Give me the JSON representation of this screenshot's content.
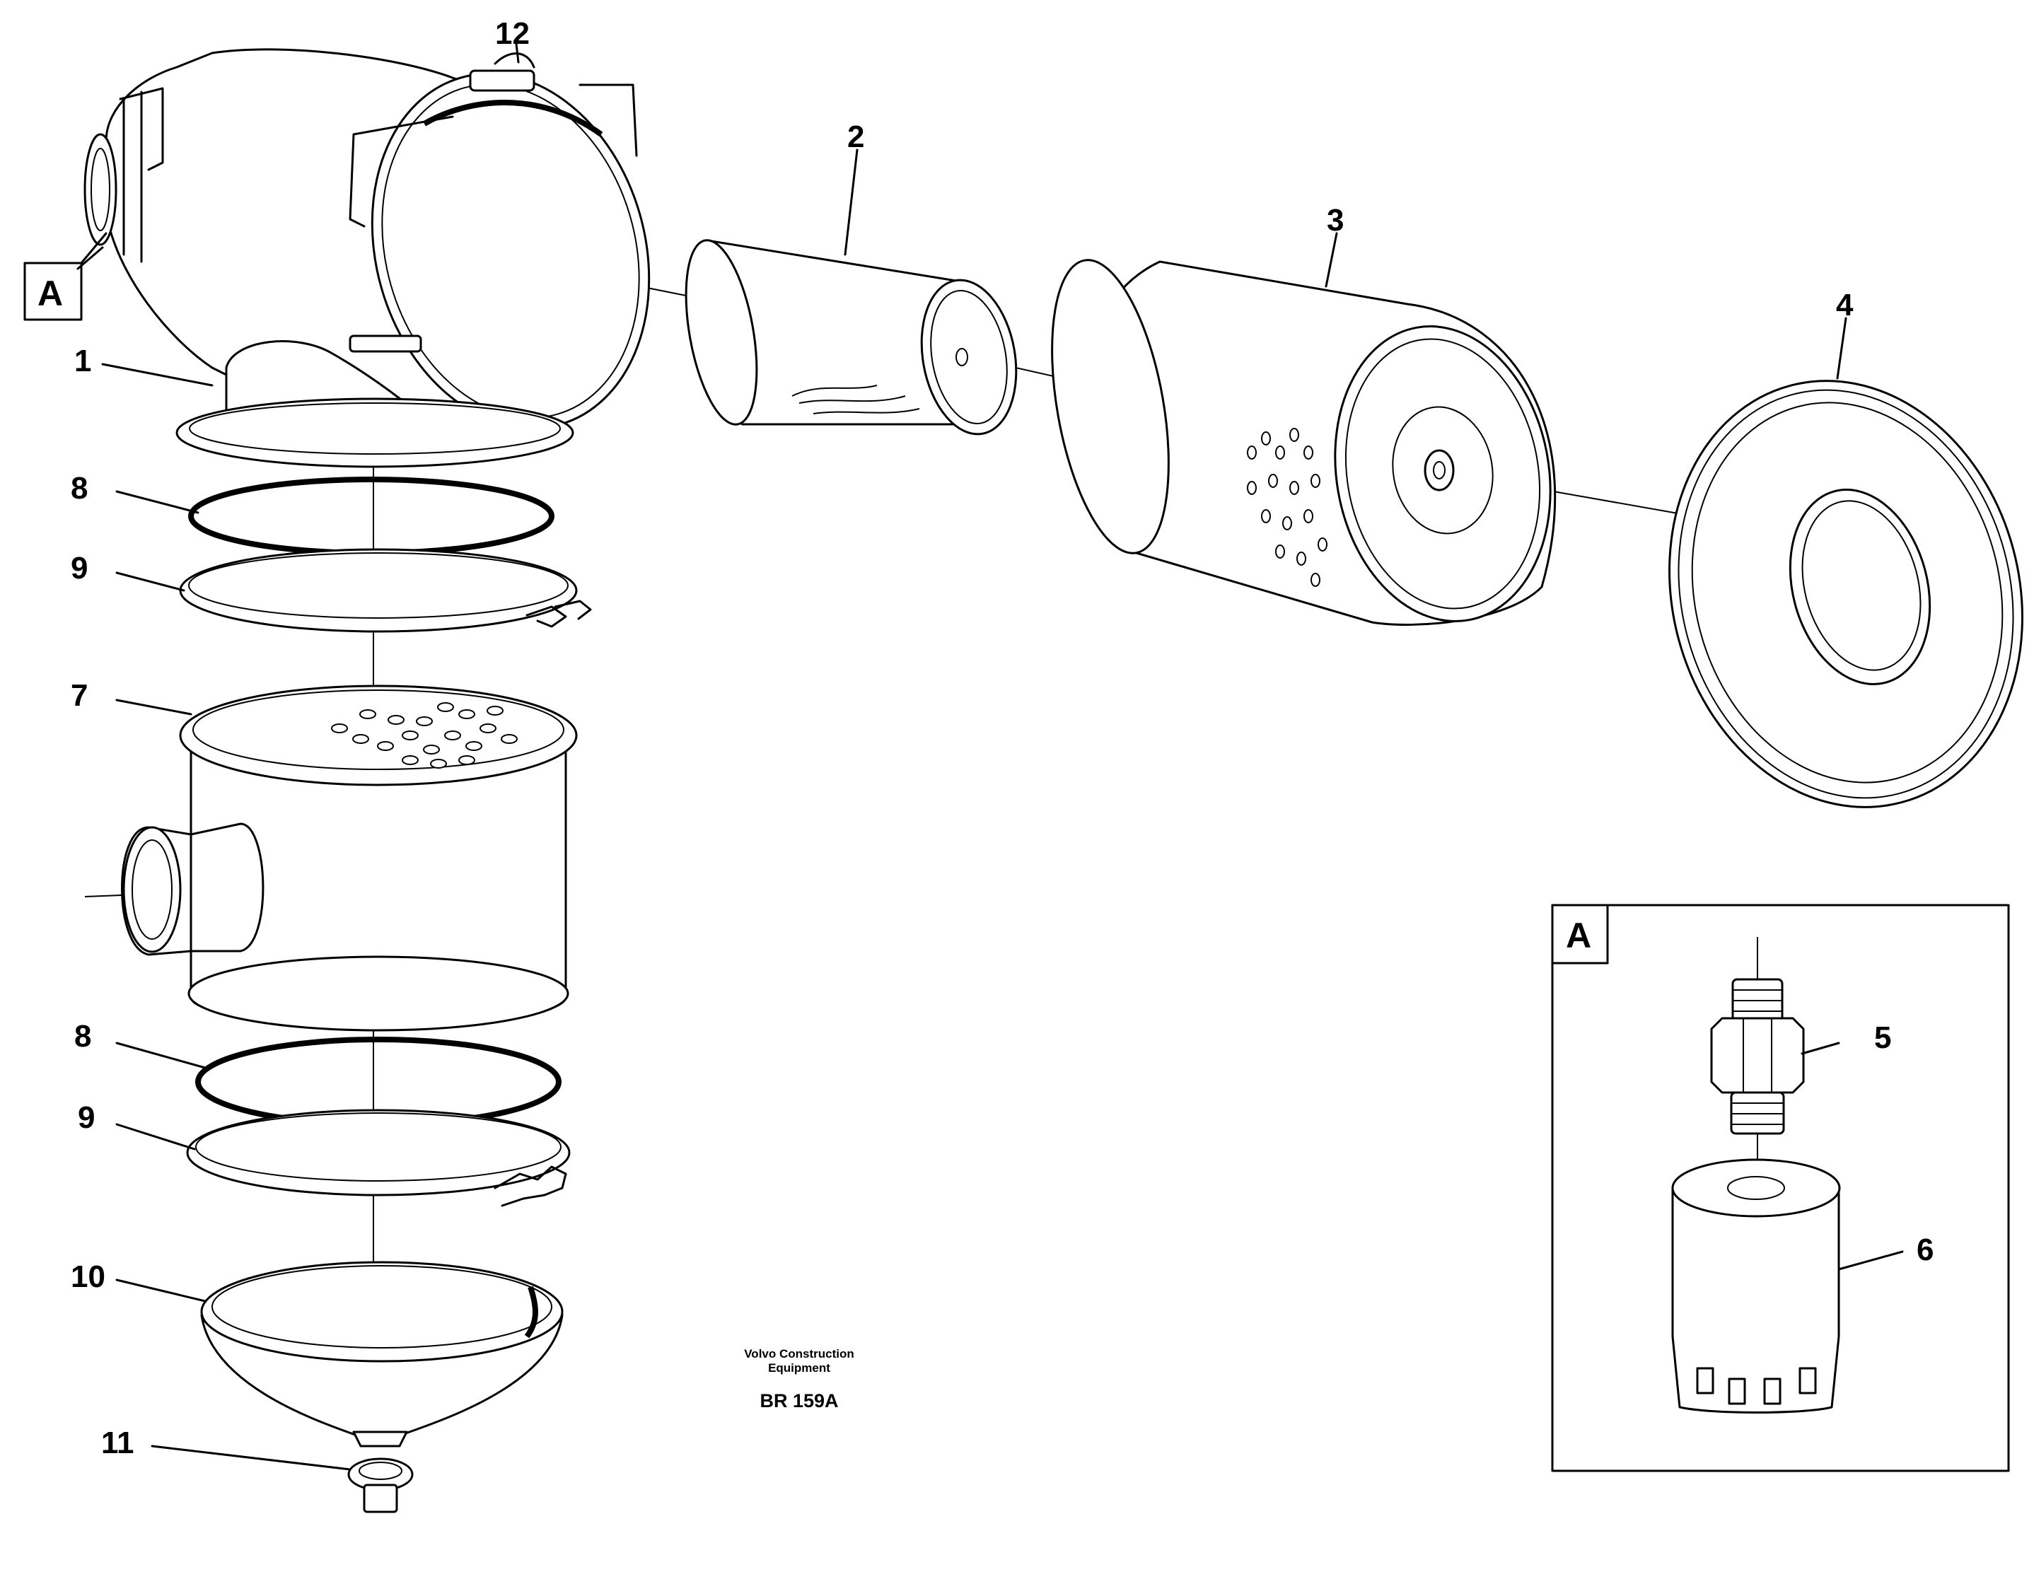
{
  "diagram": {
    "callouts": [
      {
        "id": "callout-1",
        "text": "1"
      },
      {
        "id": "callout-2",
        "text": "2"
      },
      {
        "id": "callout-3",
        "text": "3"
      },
      {
        "id": "callout-4",
        "text": "4"
      },
      {
        "id": "callout-5",
        "text": "5"
      },
      {
        "id": "callout-6",
        "text": "6"
      },
      {
        "id": "callout-7",
        "text": "7"
      },
      {
        "id": "callout-8-top",
        "text": "8"
      },
      {
        "id": "callout-8-bottom",
        "text": "8"
      },
      {
        "id": "callout-9-top",
        "text": "9"
      },
      {
        "id": "callout-9-bottom",
        "text": "9"
      },
      {
        "id": "callout-10",
        "text": "10"
      },
      {
        "id": "callout-11",
        "text": "11"
      },
      {
        "id": "callout-12",
        "text": "12"
      }
    ],
    "detail_marker": "A",
    "detail_frame_label": "A",
    "footer": {
      "brand_line1": "Volvo Construction",
      "brand_line2": "Equipment",
      "reference": "BR 159A"
    }
  }
}
